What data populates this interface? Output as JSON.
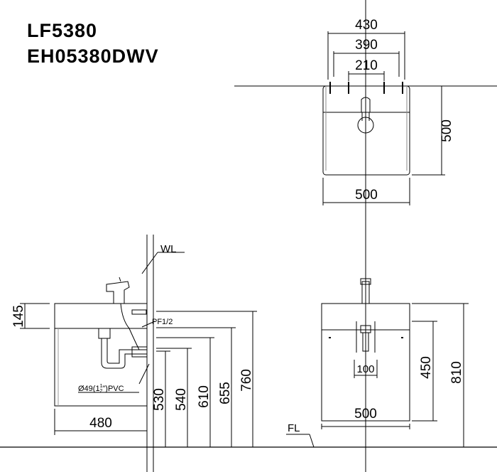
{
  "models": {
    "line1": "LF5380",
    "line2": "EH05380DWV"
  },
  "top_view": {
    "w430": "430",
    "w390": "390",
    "w210": "210",
    "h500": "500",
    "w500": "500"
  },
  "side_view": {
    "wl": "WL",
    "h145": "145",
    "pf": "PF1/2",
    "pipe": "Ø49(1",
    "frac_num": "1",
    "frac_den": "2",
    "pipe_tail": "\")PVC",
    "w480": "480",
    "h530": "530",
    "h540": "540",
    "h610": "610",
    "h655": "655",
    "h760": "760"
  },
  "front_view": {
    "h450": "450",
    "h810": "810",
    "w100": "100",
    "w500": "500",
    "fl": "FL"
  }
}
